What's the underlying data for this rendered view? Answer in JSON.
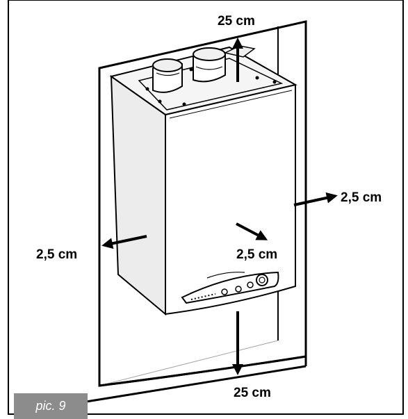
{
  "figure": {
    "caption": "pic. 9",
    "clearances": {
      "top": "25 cm",
      "left": "2,5 cm",
      "right": "2,5 cm",
      "front": "2,5 cm",
      "bottom": "25 cm"
    }
  },
  "colors": {
    "line": "#000000",
    "caption_bg": "#8c8c8c",
    "caption_text": "#ffffff",
    "boiler_body": "#ffffff",
    "boiler_shade": "#d9d9d9"
  },
  "icons": {
    "arrow": "arrow-icon",
    "boiler": "boiler-icon"
  }
}
